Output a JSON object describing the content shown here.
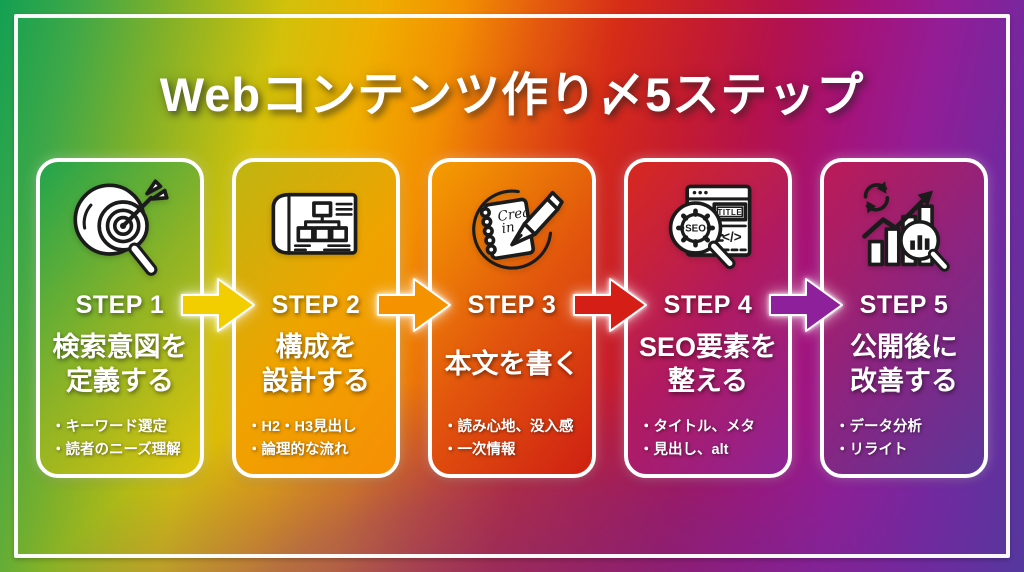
{
  "title": "Webコンテンツ作り〆5ステップ",
  "steps": [
    {
      "label": "STEP 1",
      "heading_lines": [
        "検索意図を",
        "定義する"
      ],
      "bullets": [
        "・キーワード選定",
        "・読者のニーズ理解"
      ],
      "icon": "target-search-icon",
      "gradient": [
        "#22a54d",
        "#8db326",
        "#e0c40a"
      ]
    },
    {
      "label": "STEP 2",
      "heading_lines": [
        "構成を",
        "設計する"
      ],
      "bullets": [
        "・H2・H3見出し",
        "・論理的な流れ"
      ],
      "icon": "blueprint-structure-icon",
      "gradient": [
        "#c0b510",
        "#f0a300",
        "#f68f05"
      ]
    },
    {
      "label": "STEP 3",
      "heading_lines": [
        "本文を書く"
      ],
      "bullets": [
        "・読み心地、没入感",
        "・一次情報"
      ],
      "icon": "writing-notebook-icon",
      "icon_text_line1": "Crea",
      "icon_text_line2": "in",
      "gradient": [
        "#f59e00",
        "#e2560d",
        "#cf2013"
      ]
    },
    {
      "label": "STEP 4",
      "heading_lines": [
        "SEO要素を",
        "整える"
      ],
      "bullets": [
        "・タイトル、メタ",
        "・見出し、alt"
      ],
      "icon": "seo-magnifier-icon",
      "icon_texts": {
        "title": "TITLE",
        "code": "</>",
        "seo": "SEO"
      },
      "gradient": [
        "#d8281d",
        "#b11a60",
        "#8e2396"
      ]
    },
    {
      "label": "STEP 5",
      "heading_lines": [
        "公開後に",
        "改善する"
      ],
      "bullets": [
        "・データ分析",
        "・リライト"
      ],
      "icon": "analytics-growth-icon",
      "gradient": [
        "#bc1a57",
        "#8c2480",
        "#5c3699"
      ]
    }
  ],
  "arrows": [
    {
      "name": "flow-arrow-1",
      "color": "#f2cd00"
    },
    {
      "name": "flow-arrow-2",
      "color": "#f49200"
    },
    {
      "name": "flow-arrow-3",
      "color": "#d51e15"
    },
    {
      "name": "flow-arrow-4",
      "color": "#8e209c"
    }
  ],
  "background": {
    "palette": [
      "#13a053",
      "#83b128",
      "#d3c10a",
      "#f29002",
      "#d52c18",
      "#b3124e",
      "#931d96",
      "#54389e"
    ],
    "frame_color": "#ffffff"
  }
}
